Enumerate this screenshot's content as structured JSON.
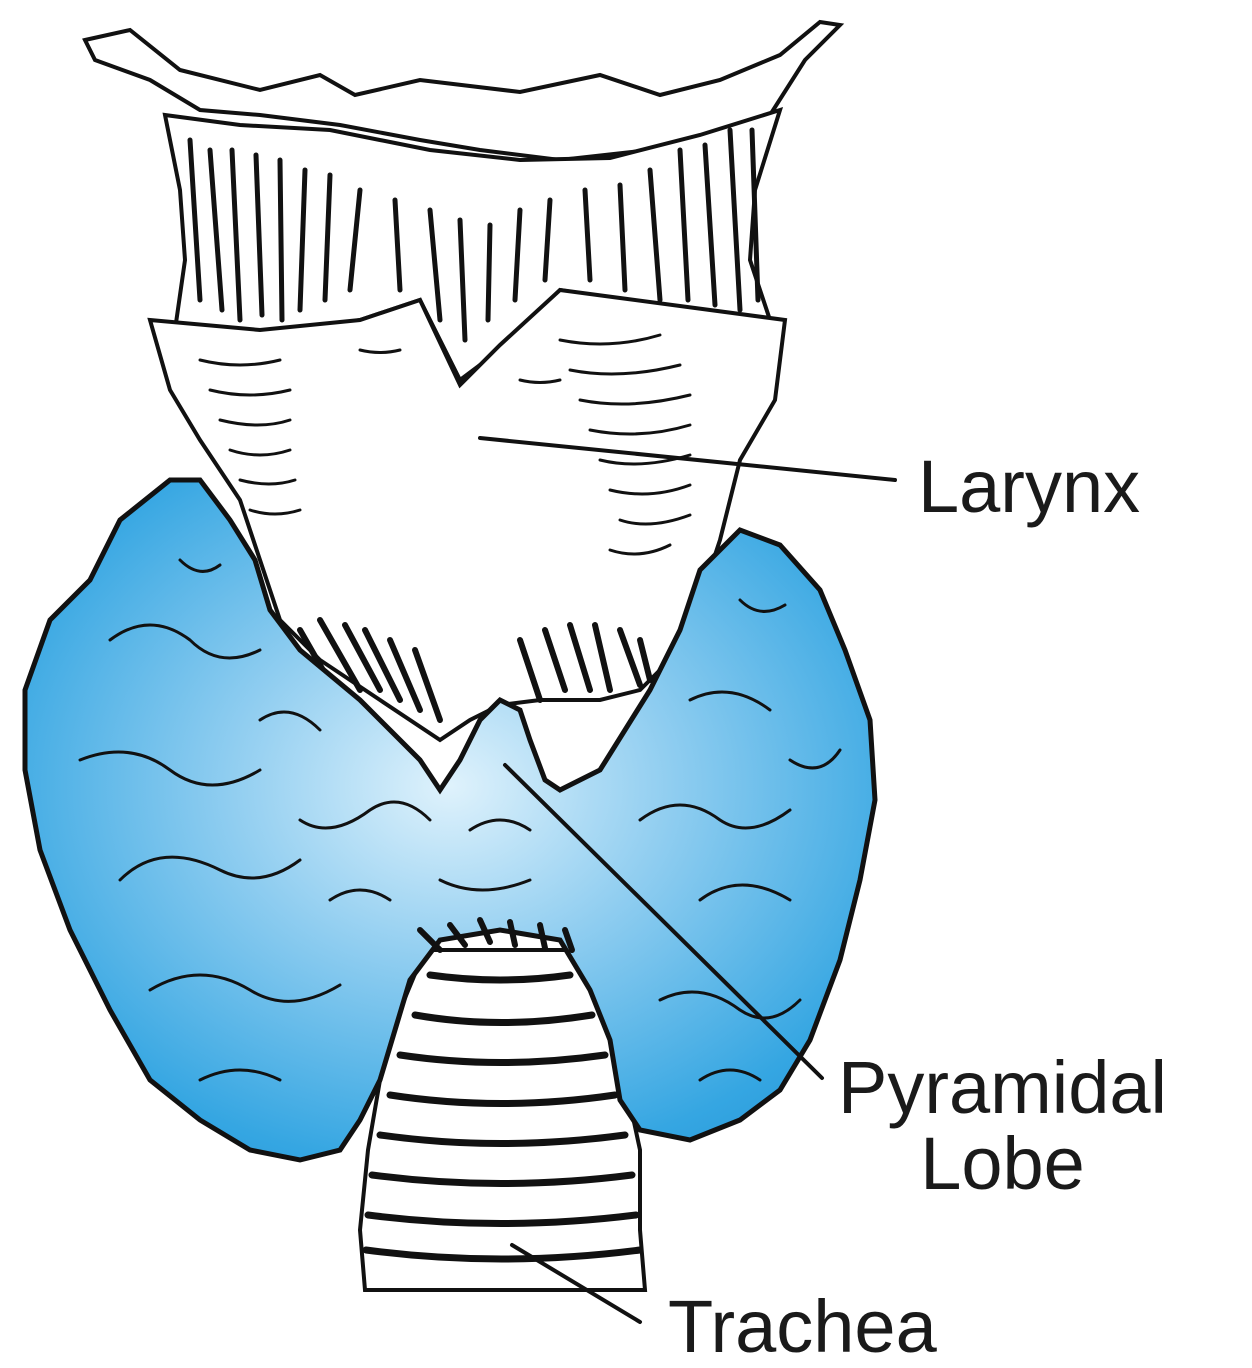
{
  "diagram": {
    "labels": {
      "larynx": "Larynx",
      "pyramidal_line1": "Pyramidal",
      "pyramidal_line2": "Lobe",
      "trachea": "Trachea"
    },
    "colors": {
      "thyroid_fill": "#2b9fe0",
      "thyroid_highlight": "#d8effb",
      "outline": "#111111",
      "cartilage_fill": "#ffffff",
      "leader_line": "#111111"
    }
  }
}
